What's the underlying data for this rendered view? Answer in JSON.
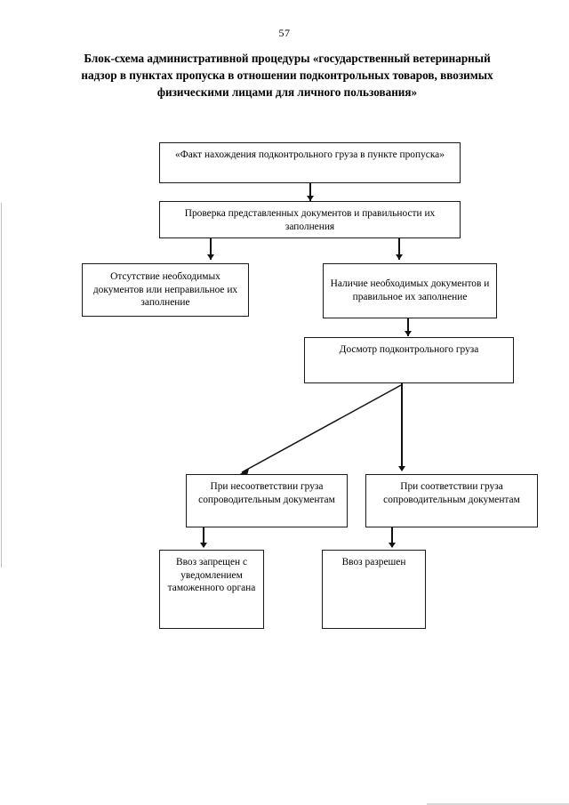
{
  "page": {
    "number": "57",
    "title": "Блок-схема административной процедуры «государственный ветеринарный надзор в пунктах пропуска в отношении подконтрольных товаров, ввозимых физическими лицами для личного пользования»"
  },
  "flowchart": {
    "type": "flowchart",
    "nodes": [
      {
        "id": "n1",
        "label": "«Факт нахождения подконтрольного груза в пункте пропуска»"
      },
      {
        "id": "n2",
        "label": "Проверка представленных документов и правильности их заполнения"
      },
      {
        "id": "n3",
        "label": "Отсутствие необходимых документов или неправильное их заполнение"
      },
      {
        "id": "n4",
        "label": "Наличие необходимых документов и правильное их заполнение"
      },
      {
        "id": "n5",
        "label": "Досмотр подконтрольного груза"
      },
      {
        "id": "n6",
        "label": "При несоответствии груза сопроводительным документам"
      },
      {
        "id": "n7",
        "label": "При соответствии груза сопроводительным документам"
      },
      {
        "id": "n8",
        "label": "Ввоз запрещен с уведомлением таможенного органа"
      },
      {
        "id": "n9",
        "label": "Ввоз разрешен"
      }
    ],
    "edges": [
      {
        "from": "n1",
        "to": "n2",
        "style": "straight-down"
      },
      {
        "from": "n2",
        "to": "n3",
        "style": "straight-down"
      },
      {
        "from": "n2",
        "to": "n4",
        "style": "straight-down"
      },
      {
        "from": "n4",
        "to": "n5",
        "style": "straight-down"
      },
      {
        "from": "n5",
        "to": "n6",
        "style": "diagonal-down-left"
      },
      {
        "from": "n5",
        "to": "n7",
        "style": "straight-down"
      },
      {
        "from": "n6",
        "to": "n8",
        "style": "straight-down"
      },
      {
        "from": "n7",
        "to": "n9",
        "style": "straight-down"
      }
    ]
  },
  "colors": {
    "ink": "#111111",
    "paper": "#ffffff",
    "box_border": "#1a1a1a"
  }
}
